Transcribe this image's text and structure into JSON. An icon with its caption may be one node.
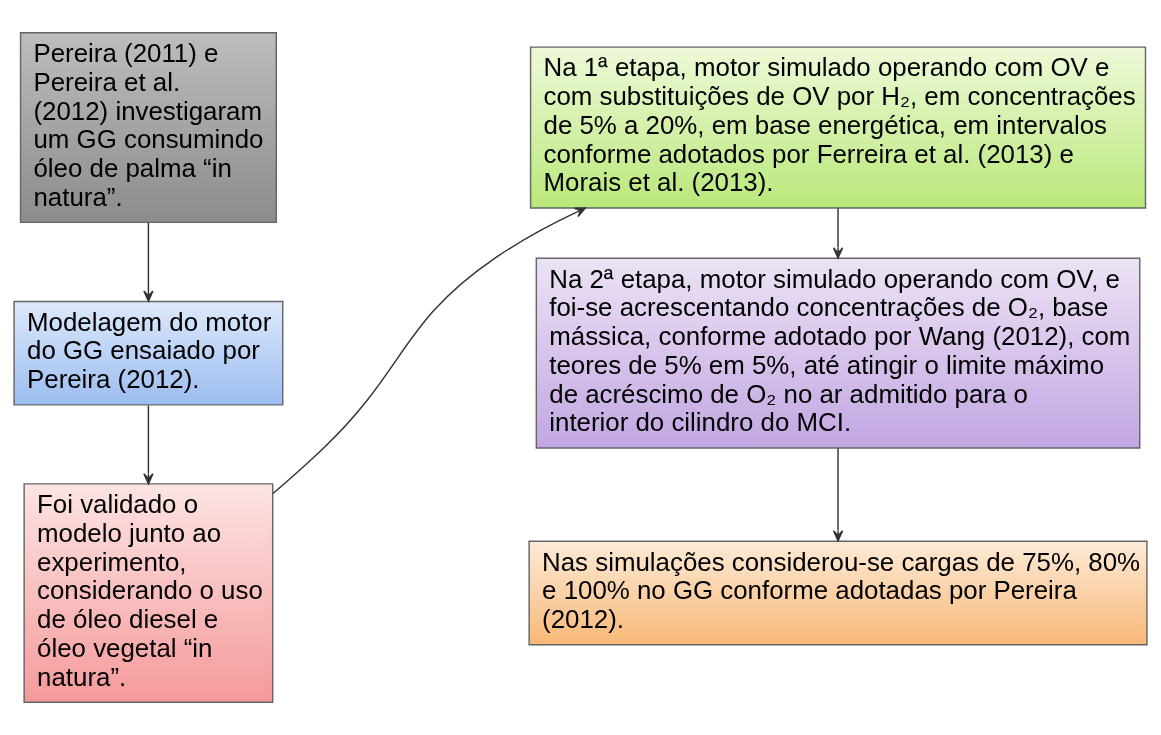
{
  "diagram": {
    "nodes": [
      {
        "text": [
          "Pereira (2011) e Pereira et al. (2012) investigaram um GG consumindo óleo de palma “in natura”."
        ]
      },
      {
        "text": [
          "Modelagem do motor do GG ensaiado por Pereira (2012)."
        ]
      },
      {
        "text": [
          "Foi validado o modelo junto ao experimento, considerando o uso de óleo diesel e óleo vegetal “in natura”."
        ]
      },
      {
        "text": [
          "Na 1ª etapa, motor simulado operando com OV e com substituições de OV por H₂, em concentrações de 5% a 20%, em base energética, em intervalos conforme adotados por Ferreira et al. (2013) e Morais et al. (2013)."
        ]
      },
      {
        "text": [
          "Na 2ª etapa, motor simulado operando com OV, e foi-se acrescentando concentrações de O₂, base mássica, conforme adotado por Wang (2012), com teores de 5% em 5%, até atingir o limite máximo de acréscimo de O₂ no ar admitido para o interior do cilindro do MCI."
        ]
      },
      {
        "text": [
          "Nas simulações considerou-se cargas de 75%, 80% e 100% no GG conforme adotadas por Pereira (2012)."
        ]
      }
    ],
    "edges": [
      {
        "from": 0,
        "to": 1,
        "arrow": "to"
      },
      {
        "from": 1,
        "to": 2,
        "arrow": "to"
      },
      {
        "from": 2,
        "to": 3,
        "arrow": "to"
      },
      {
        "from": 3,
        "to": 4,
        "arrow": "to"
      },
      {
        "from": 4,
        "to": 5,
        "arrow": "to"
      }
    ]
  }
}
